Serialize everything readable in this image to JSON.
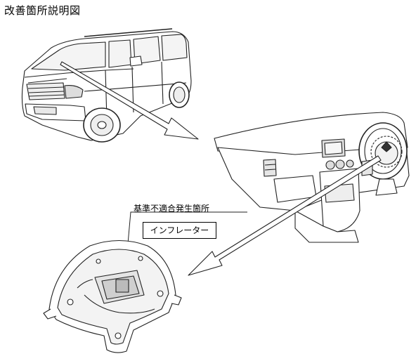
{
  "title": "改善箇所説明図",
  "callout_label": "基準不適合発生箇所",
  "part_label": "インフレーター"
}
